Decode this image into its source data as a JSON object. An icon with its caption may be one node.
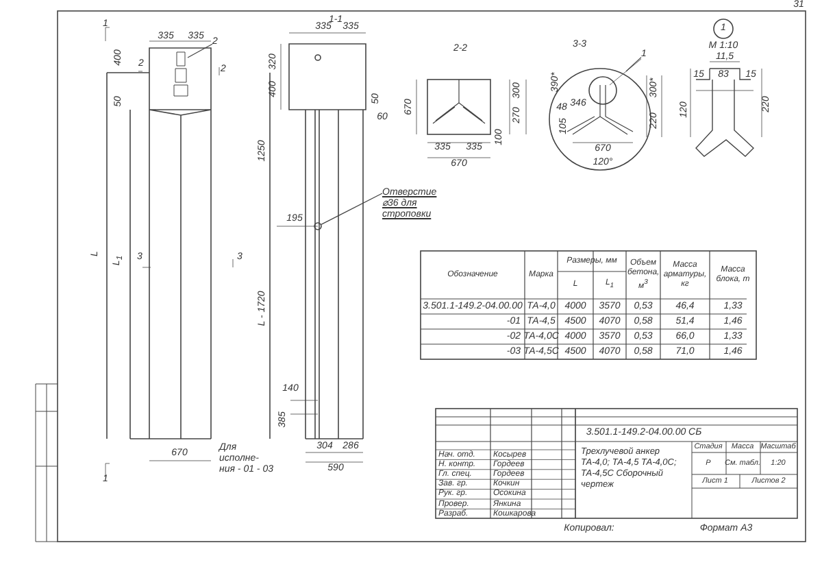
{
  "diagram": {
    "nodes": [
      {
        "text": [
          "2"
        ]
      },
      {
        "text": [
          "Отверстие ⌀36 для строповки"
        ]
      },
      {
        "text": [],
        "shape": "circle"
      },
      {
        "text": [
          "1"
        ]
      }
    ],
    "edges": [
      {
        "from": 0,
        "to": null,
        "arrow": "none"
      },
      {
        "from": 1,
        "to": 2,
        "arrow": "none"
      },
      {
        "from": 3,
        "to": null,
        "arrow": "none"
      }
    ],
    "labels": [
      "1",
      "335",
      "335",
      "400",
      "2",
      "2",
      "50",
      "L",
      "L$_{1}$",
      "3",
      "3",
      "670",
      "1",
      "1-1",
      "335",
      "335",
      "320",
      "400",
      "50",
      "60",
      "1250",
      "195",
      "L - 1720",
      "140",
      "385",
      "Для исполне- ния - 01 - 03",
      "304",
      "286",
      "590",
      "2-2",
      "670",
      "300",
      "270",
      "100",
      "335",
      "335",
      "670",
      "3-3",
      "390*",
      "48",
      "346",
      "105",
      "300*",
      "220",
      "670",
      "120°",
      "1",
      "М 1:10",
      "11,5",
      "15",
      "83",
      "15",
      "120",
      "220",
      "Обозначение",
      "Марка",
      "Размеры, мм",
      "L",
      "L$_{1}$",
      "Объем бетона, м$^{3}$",
      "Масса арматуры, кг",
      "Масса блока, т",
      "3.501.1-149.2-04.00.00",
      "ТА-4,0",
      "4000",
      "3570",
      "0,53",
      "46,4",
      "1,33",
      "-01",
      "ТА-4,5",
      "4500",
      "4070",
      "0,58",
      "51,4",
      "1,46",
      "-02",
      "ТА-4,0С",
      "4000",
      "3570",
      "0,53",
      "66,0",
      "1,33",
      "-03",
      "ТА-4,5С",
      "4500",
      "4070",
      "0,58",
      "71,0",
      "1,46",
      "3.501.1-149.2-04.00.00 СБ",
      "Нач. отд.",
      "Косырев",
      "Н. контр.",
      "Гордеев",
      "Гл. спец.",
      "Гордеев",
      "Зав. гр.",
      "Кочкин",
      "Рук. гр.",
      "Осокина",
      "Провер.",
      "Янкина",
      "Разраб.",
      "Кошкарова",
      "Трехлучевой анкер ТА-4,0; ТА-4,5 ТА-4,0С; ТА-4,5С Сборочный чертеж",
      "Стадия",
      "Масса",
      "Масштаб",
      "Р",
      "См. табл.",
      "1:20",
      "Лист 1",
      "Листов 2",
      "Копировал:",
      "Формат А3",
      "31"
    ]
  }
}
